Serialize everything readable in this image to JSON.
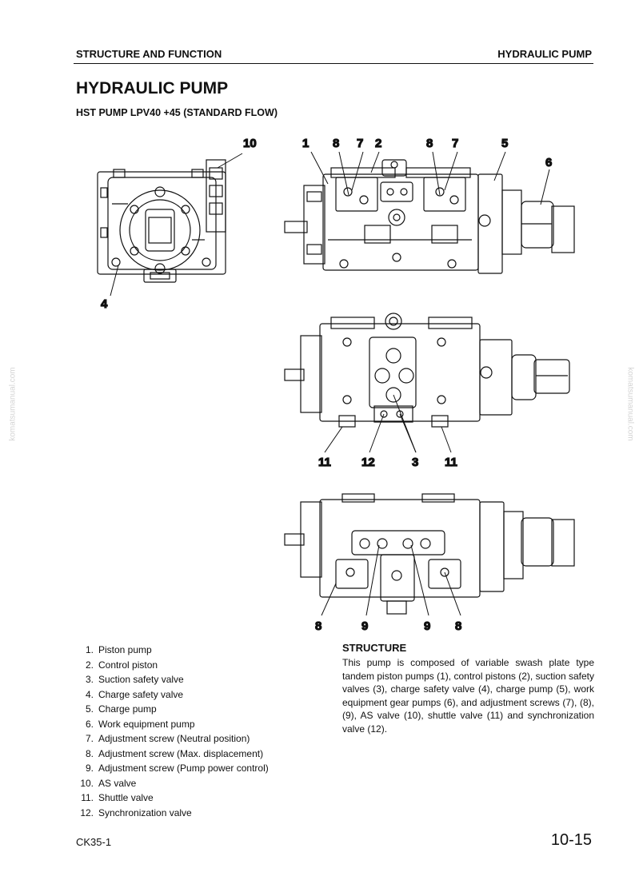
{
  "header": {
    "section": "STRUCTURE AND FUNCTION",
    "topic": "HYDRAULIC PUMP"
  },
  "title": "HYDRAULIC PUMP",
  "subtitle": "HST PUMP LPV40 +45 (STANDARD FLOW)",
  "watermark": "komatsumanual.com",
  "callouts": {
    "c10": "10",
    "c1": "1",
    "c8a": "8",
    "c7a": "7",
    "c2": "2",
    "c8b": "8",
    "c7b": "7",
    "c5": "5",
    "c6": "6",
    "c4": "4",
    "c11a": "11",
    "c12": "12",
    "c3": "3",
    "c11b": "11",
    "c8c": "8",
    "c9a": "9",
    "c9b": "9",
    "c8d": "8"
  },
  "parts": [
    {
      "num": "1.",
      "label": "Piston pump"
    },
    {
      "num": "2.",
      "label": "Control piston"
    },
    {
      "num": "3.",
      "label": "Suction safety valve"
    },
    {
      "num": "4.",
      "label": "Charge safety valve"
    },
    {
      "num": "5.",
      "label": "Charge pump"
    },
    {
      "num": "6.",
      "label": "Work equipment pump"
    },
    {
      "num": "7.",
      "label": "Adjustment screw (Neutral position)"
    },
    {
      "num": "8.",
      "label": "Adjustment screw (Max. displacement)"
    },
    {
      "num": "9.",
      "label": "Adjustment screw (Pump power control)"
    },
    {
      "num": "10.",
      "label": "AS valve"
    },
    {
      "num": "11.",
      "label": "Shuttle valve"
    },
    {
      "num": "12.",
      "label": "Synchronization valve"
    }
  ],
  "structure": {
    "heading": "STRUCTURE",
    "body": "This pump is composed of variable swash plate type tandem piston pumps (1), control pistons (2), suction safety valves (3), charge safety valve (4), charge pump (5), work equipment gear pumps (6), and adjustment screws (7), (8), (9), AS valve (10), shuttle valve (11) and synchronization valve (12)."
  },
  "footer": {
    "model": "CK35-1",
    "page": "10-15"
  }
}
